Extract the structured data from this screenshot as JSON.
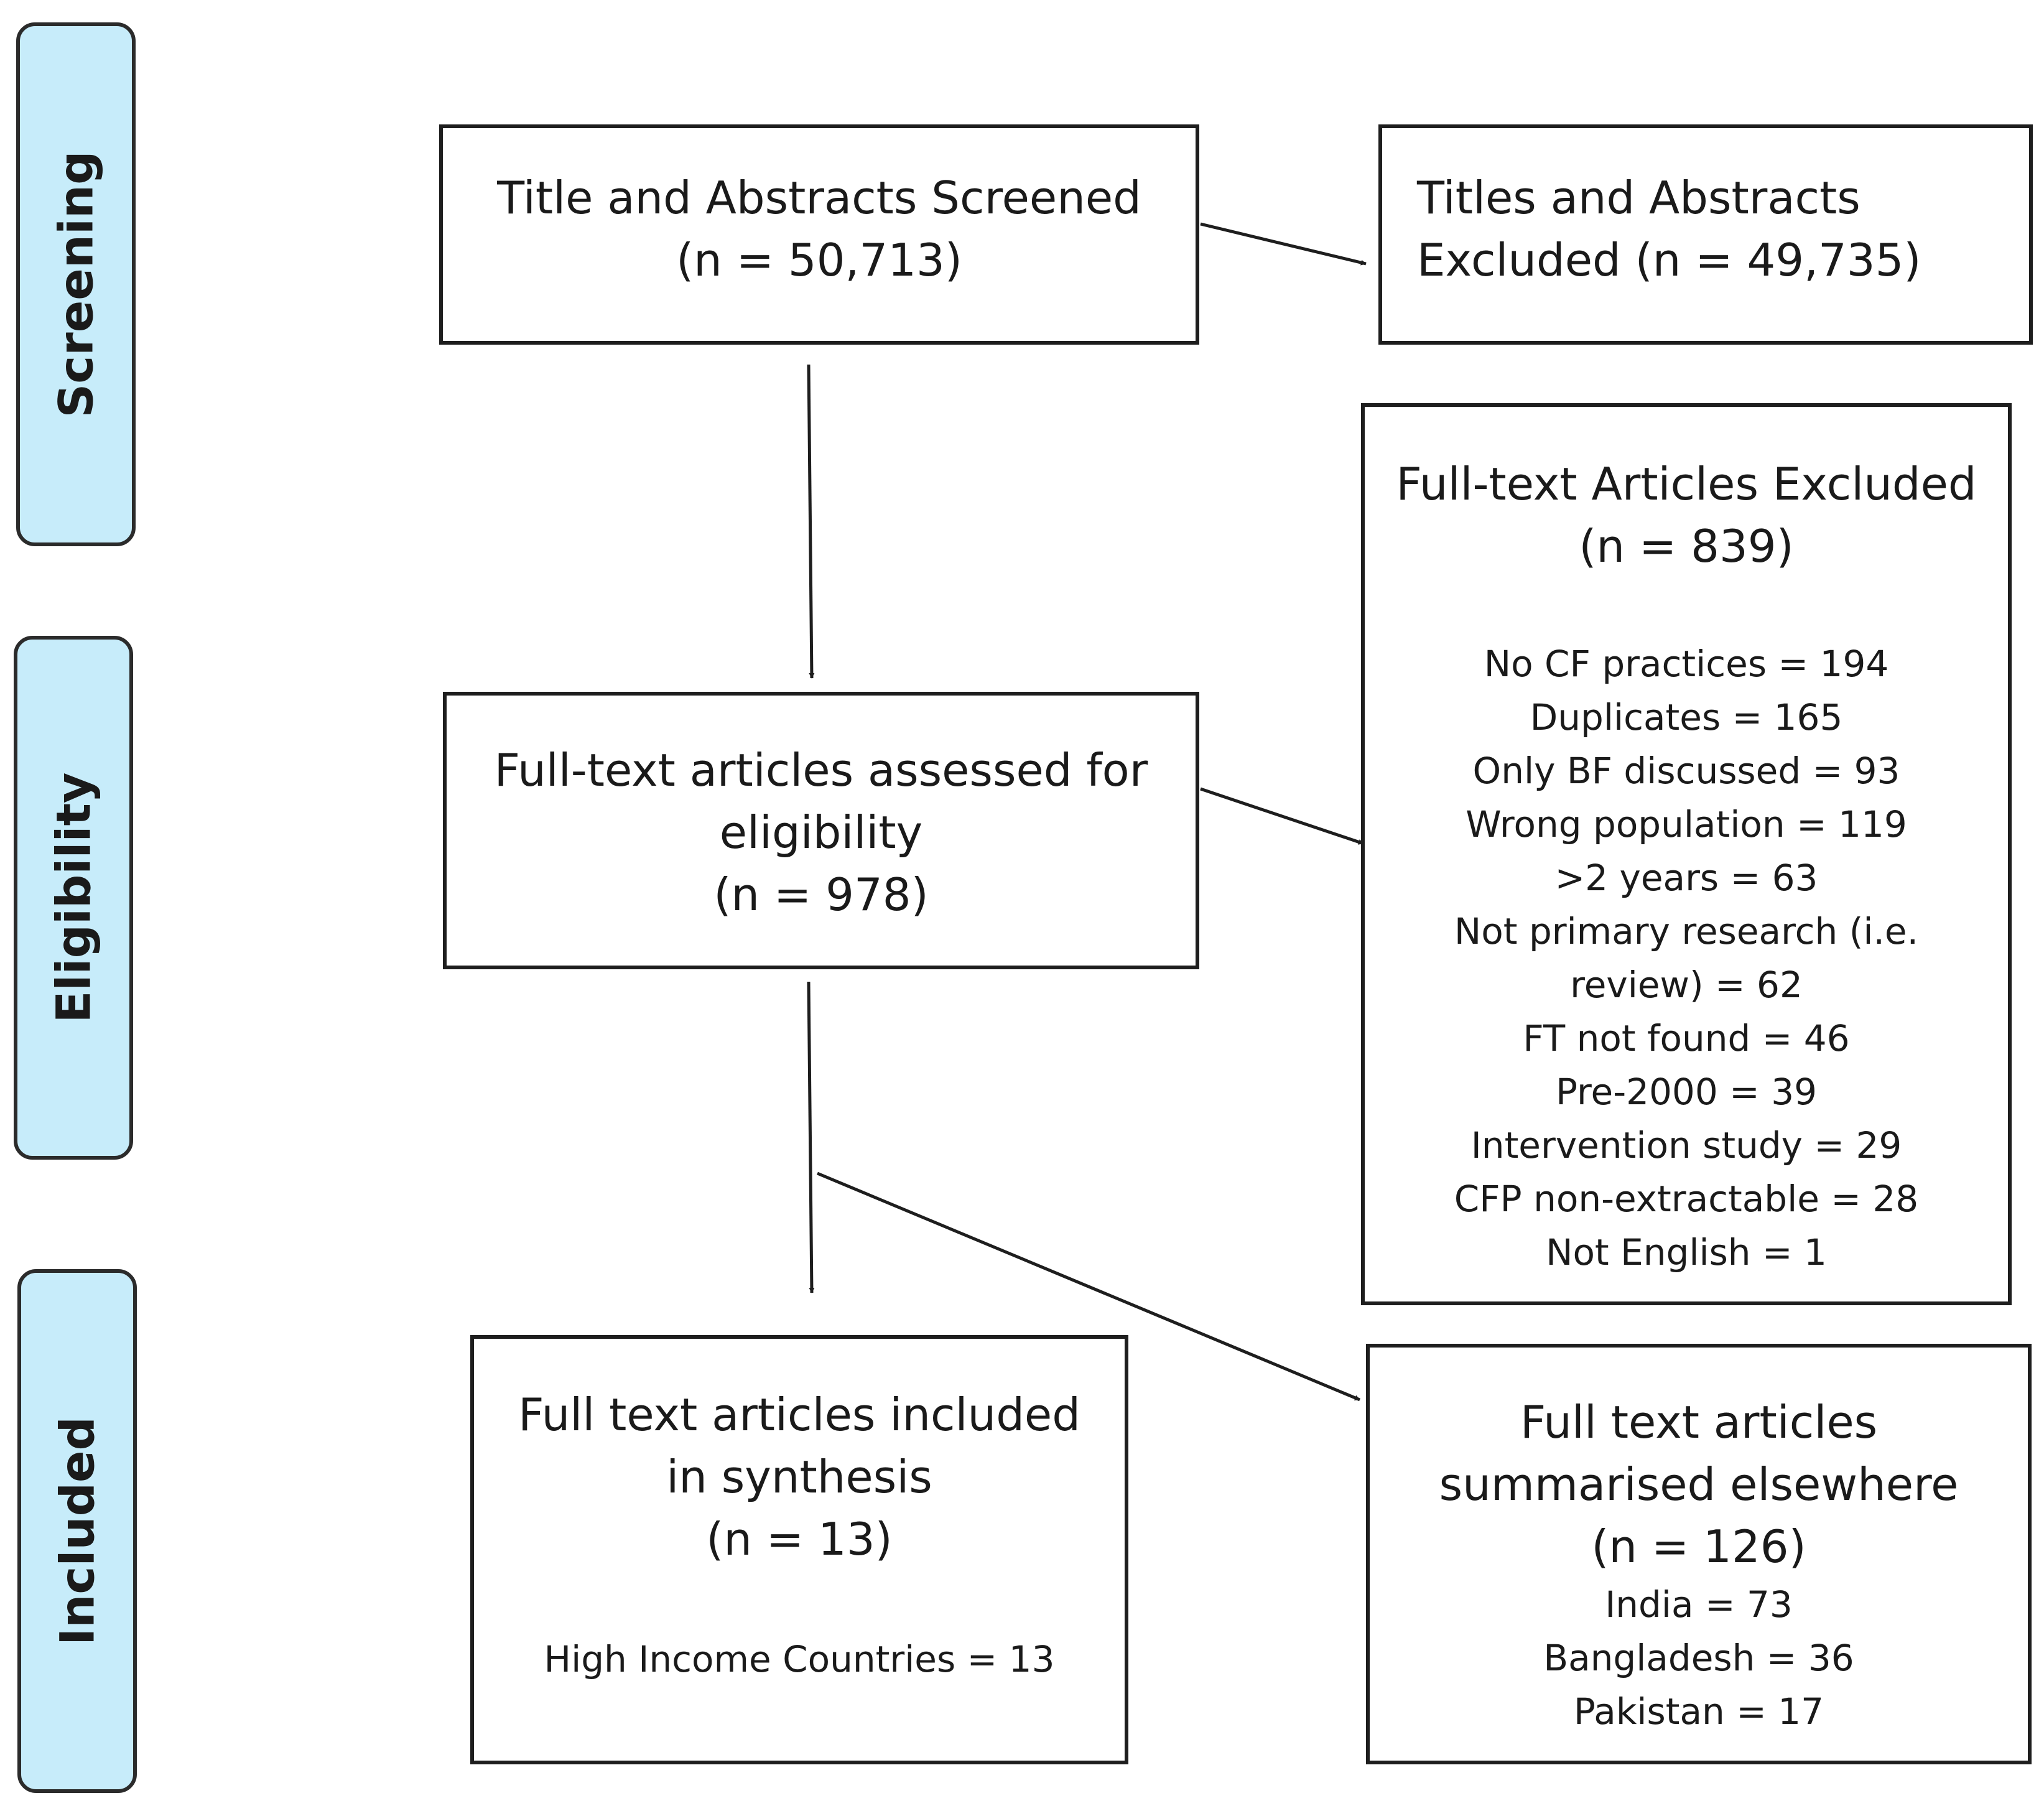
{
  "stages": {
    "screening": "Screening",
    "eligibility": "Eligibility",
    "included": "Included"
  },
  "boxes": {
    "screened": {
      "lines": [
        "Title and Abstracts Screened",
        "(n = 50,713)"
      ]
    },
    "ta_excluded": {
      "lines": [
        "Titles and Abstracts",
        "Excluded (n = 49,735)"
      ]
    },
    "assessed": {
      "lines": [
        "Full-text articles assessed for",
        "eligibility",
        "(n = 978)"
      ]
    },
    "ft_excluded": {
      "title_lines": [
        "Full-text Articles Excluded",
        "(n = 839)"
      ],
      "reasons": [
        "No CF practices = 194",
        "Duplicates = 165",
        "Only BF discussed = 93",
        "Wrong population = 119",
        ">2 years = 63",
        "Not primary research (i.e.",
        "review) = 62",
        "FT not found = 46",
        "Pre-2000 = 39",
        "Intervention study = 29",
        "CFP non-extractable = 28",
        "Not English = 1"
      ]
    },
    "included": {
      "lines": [
        "Full text articles included",
        "in synthesis",
        "(n = 13)"
      ],
      "detail": "High Income Countries = 13"
    },
    "elsewhere": {
      "lines": [
        "Full text articles",
        "summarised elsewhere",
        "(n = 126)"
      ],
      "details": [
        "India = 73",
        "Bangladesh = 36",
        "Pakistan = 17"
      ]
    }
  }
}
